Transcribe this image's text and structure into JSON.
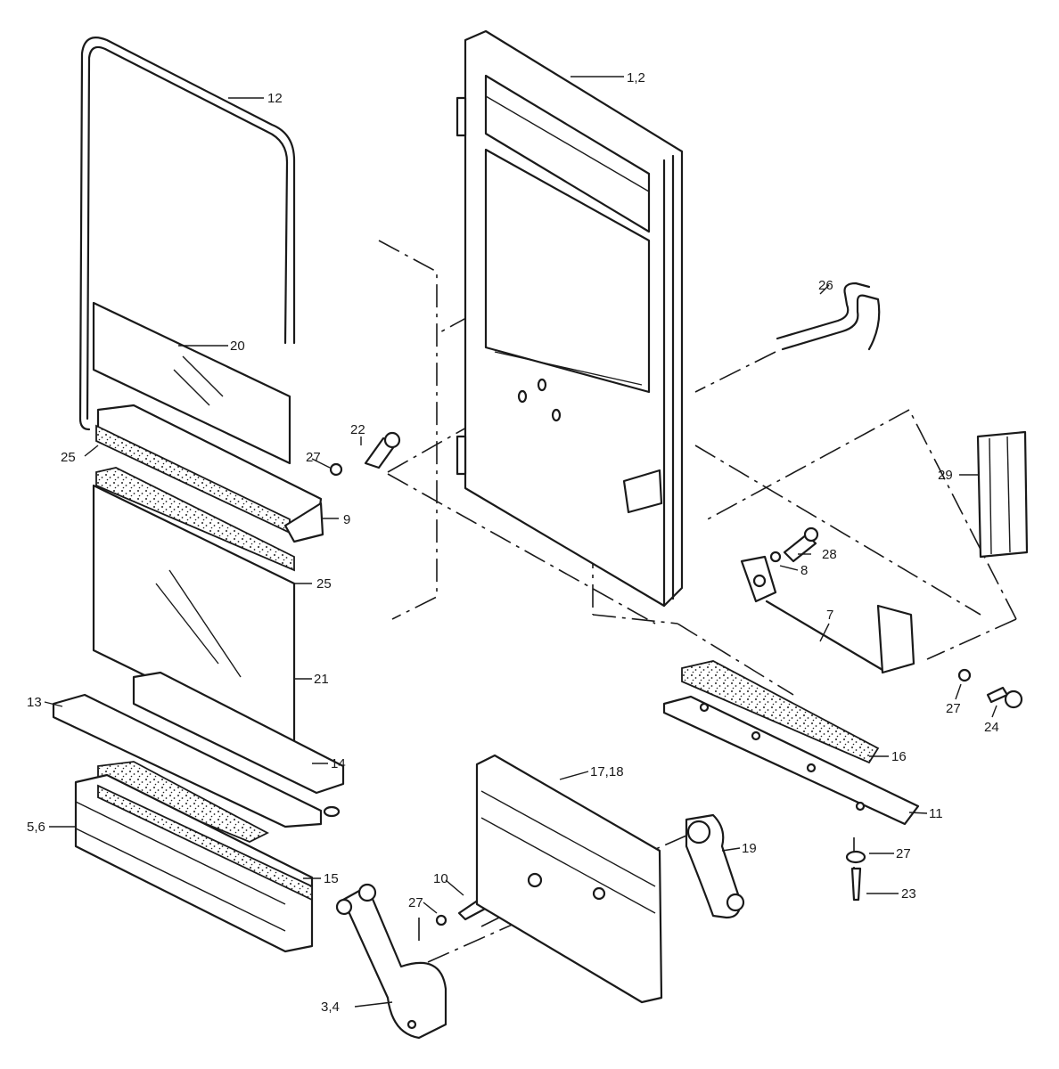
{
  "diagram": {
    "callouts": {
      "c12": "12",
      "c1_2": "1,2",
      "c26": "26",
      "c20": "20",
      "c22": "22",
      "c27a": "27",
      "c25a": "25",
      "c9": "9",
      "c29": "29",
      "c25b": "25",
      "c21": "21",
      "c28": "28",
      "c8": "8",
      "c7": "7",
      "c27b": "27",
      "c24": "24",
      "c13": "13",
      "c14": "14",
      "c16": "16",
      "c17_18": "17,18",
      "c11": "11",
      "c5_6": "5,6",
      "c19": "19",
      "c27c": "27",
      "c15": "15",
      "c10": "10",
      "c27d": "27",
      "c23": "23",
      "c3_4": "3,4"
    }
  }
}
